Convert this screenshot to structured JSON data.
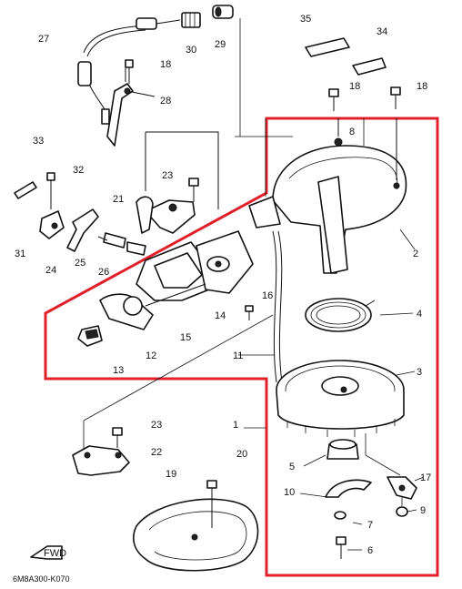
{
  "diagram": {
    "code": "6M8A300-K070",
    "direction_label": "FWD",
    "highlight_color": "#e0202a",
    "callouts": [
      {
        "id": "c1",
        "label": "1"
      },
      {
        "id": "c2",
        "label": "2"
      },
      {
        "id": "c3",
        "label": "3"
      },
      {
        "id": "c4",
        "label": "4"
      },
      {
        "id": "c5",
        "label": "5"
      },
      {
        "id": "c6",
        "label": "6"
      },
      {
        "id": "c7",
        "label": "7"
      },
      {
        "id": "c8",
        "label": "8"
      },
      {
        "id": "c9",
        "label": "9"
      },
      {
        "id": "c10",
        "label": "10"
      },
      {
        "id": "c11",
        "label": "11"
      },
      {
        "id": "c12",
        "label": "12"
      },
      {
        "id": "c13",
        "label": "13"
      },
      {
        "id": "c14",
        "label": "14"
      },
      {
        "id": "c15",
        "label": "15"
      },
      {
        "id": "c16",
        "label": "16"
      },
      {
        "id": "c17",
        "label": "17"
      },
      {
        "id": "c18a",
        "label": "18"
      },
      {
        "id": "c18b",
        "label": "18"
      },
      {
        "id": "c18c",
        "label": "18"
      },
      {
        "id": "c19",
        "label": "19"
      },
      {
        "id": "c20",
        "label": "20"
      },
      {
        "id": "c21",
        "label": "21"
      },
      {
        "id": "c22",
        "label": "22"
      },
      {
        "id": "c23a",
        "label": "23"
      },
      {
        "id": "c23b",
        "label": "23"
      },
      {
        "id": "c24",
        "label": "24"
      },
      {
        "id": "c25",
        "label": "25"
      },
      {
        "id": "c26",
        "label": "26"
      },
      {
        "id": "c27",
        "label": "27"
      },
      {
        "id": "c28",
        "label": "28"
      },
      {
        "id": "c29",
        "label": "29"
      },
      {
        "id": "c30",
        "label": "30"
      },
      {
        "id": "c31",
        "label": "31"
      },
      {
        "id": "c32",
        "label": "32"
      },
      {
        "id": "c33",
        "label": "33"
      },
      {
        "id": "c34",
        "label": "34"
      },
      {
        "id": "c35",
        "label": "35"
      }
    ]
  }
}
